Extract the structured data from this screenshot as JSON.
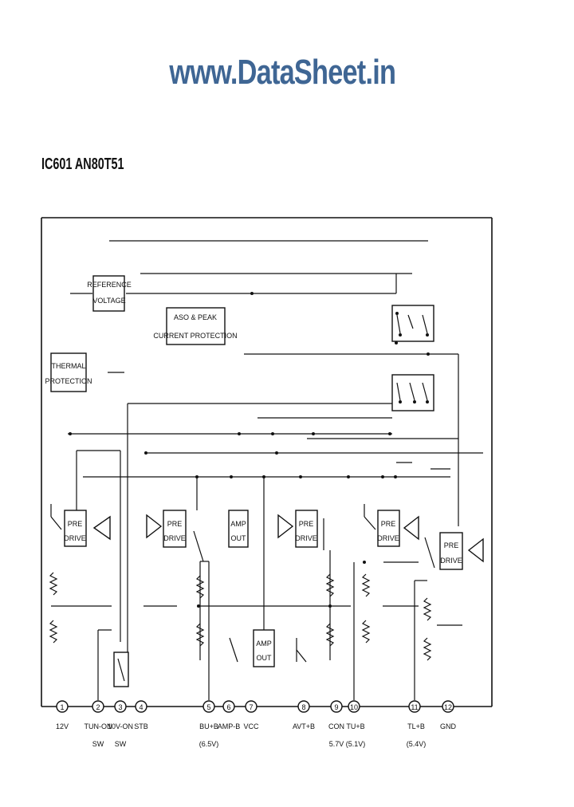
{
  "watermark": "www.DataSheet.in",
  "title": "IC601  AN80T51",
  "blocks": {
    "reference_voltage": [
      "REFERENCE",
      "VOLTAGE"
    ],
    "aso_protection": [
      "ASO & PEAK",
      "CURRENT PROTECTION"
    ],
    "thermal_protection": [
      "THERMAL",
      "PROTECTION"
    ],
    "predrive_1": [
      "PRE",
      "DRIVE"
    ],
    "predrive_2": [
      "PRE",
      "DRIVE"
    ],
    "predrive_3": [
      "PRE",
      "DRIVE"
    ],
    "predrive_4": [
      "PRE",
      "DRIVE"
    ],
    "predrive_5": [
      "PRE",
      "DRIVE"
    ],
    "amp_out_1": [
      "AMP",
      "OUT"
    ],
    "amp_out_2": [
      "AMP",
      "OUT"
    ]
  },
  "pins": [
    {
      "num": "1",
      "name": [
        "12V"
      ]
    },
    {
      "num": "2",
      "name": [
        "TUN-ON",
        "SW"
      ]
    },
    {
      "num": "3",
      "name": [
        "10V-ON",
        "SW"
      ]
    },
    {
      "num": "4",
      "name": [
        "STB"
      ]
    },
    {
      "num": "5",
      "name": [
        "BU+B",
        "(6.5V)"
      ]
    },
    {
      "num": "6",
      "name": [
        "AMP-B"
      ]
    },
    {
      "num": "7",
      "name": [
        "VCC"
      ]
    },
    {
      "num": "8",
      "name": [
        "AVT+B"
      ]
    },
    {
      "num": "9",
      "name": [
        "CON",
        "5.7V"
      ]
    },
    {
      "num": "10",
      "name": [
        "TU+B",
        "(5.1V)"
      ]
    },
    {
      "num": "11",
      "name": [
        "TL+B",
        "(5.4V)"
      ]
    },
    {
      "num": "12",
      "name": [
        "GND"
      ]
    }
  ]
}
